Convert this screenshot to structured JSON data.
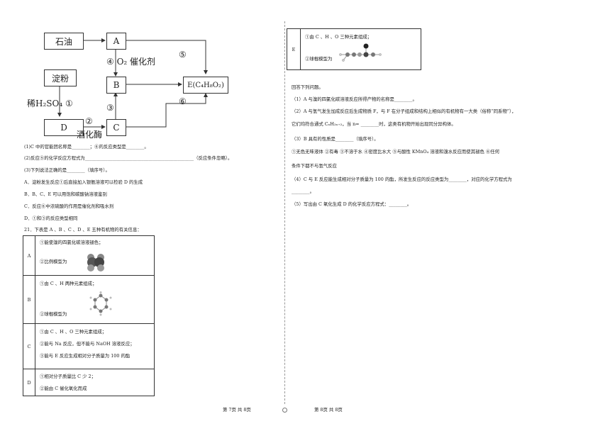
{
  "flow": {
    "petroleum": "石油",
    "starch": "淀粉",
    "A": "A",
    "B": "B",
    "C": "C",
    "D": "D",
    "E": "E(C₄H₈O₂)",
    "step4": "④ O₂ 催化剂",
    "step5": "⑤",
    "step6": "⑥",
    "step3": "③",
    "step1": "稀H₂SO₄ ①",
    "step2": "②",
    "yeast": "酒化酶"
  },
  "questions20": [
    "(1)C 中的官能团名称是________；⑥的反应类型是________。",
    "(2)反应⑤的化学反应方程式为________________________________________________（反应条件忽略）。",
    "(3)下列说法正确的是________（填序号）。",
    "A．淀粉发生反应①后直接加入银氨溶液可以检验 D 的生成",
    "B．B、C、E 可以用饱和碳酸钠溶液鉴别",
    "C．反应⑥中浓硫酸的作用是催化剂和吸水剂",
    "D．①和③的反应类型相同"
  ],
  "q21_intro": "21．下表是 A 、B 、C 、D 、E 五种有机物的有关信息：",
  "table_left": [
    {
      "label": "A",
      "lines": [
        "①能使溴的四氯化碳溶液褪色；",
        "②比例模型为"
      ]
    },
    {
      "label": "B",
      "lines": [
        "①由 C 、H 两种元素组成；",
        "②球棍模型为"
      ]
    },
    {
      "label": "C",
      "lines": [
        "①由 C 、H 、O 三种元素组成；",
        "②能与 Na 反应，但不能与 NaOH 溶液反应；",
        "③能与 E 反应生成相对分子质量为 100 的酯"
      ]
    },
    {
      "label": "D",
      "lines": [
        "①相对分子质量比 C 少 2；",
        "②能由 C 催化氧化而成"
      ]
    }
  ],
  "table_right": {
    "label": "E",
    "lines": [
      "①由 C 、H 、O 三种元素组成；",
      "②球棍模型为"
    ]
  },
  "right_questions": [
    "回答下列问题。",
    "（1）A 与溴的四氯化碳溶液反应所得产物的名称是________。",
    "（2）A 与氢气发生加成反应后生成物质 F，与 F 在分子组成和结构上相似的有机物有一大类（俗称“同系物”），",
    "它们均符合通式 CₙH₂ₙ₊₂，当 n= ________时，这类有机物开始出现同分异构体。",
    "（3）B 具有的性质是________（填序号）。",
    "①无色无味液体 ②有毒 ③不溶于水 ④密度比水大 ⑤与酸性 KMnO₄ 溶液和溴水反应而使其褪色 ⑥任何",
    "条件下都不与氢气反应",
    "（4）C 与 E 反应能生成相对分子质量为 100 的酯，所发生反应的反应类型为________，对应的化学方程式为",
    "________。",
    "（5）写出由 C 氧化生成 D 的化学反应方程式：________。"
  ],
  "footer": {
    "left": "第 7页  共 8页",
    "right": "第 8页  共 8页"
  }
}
